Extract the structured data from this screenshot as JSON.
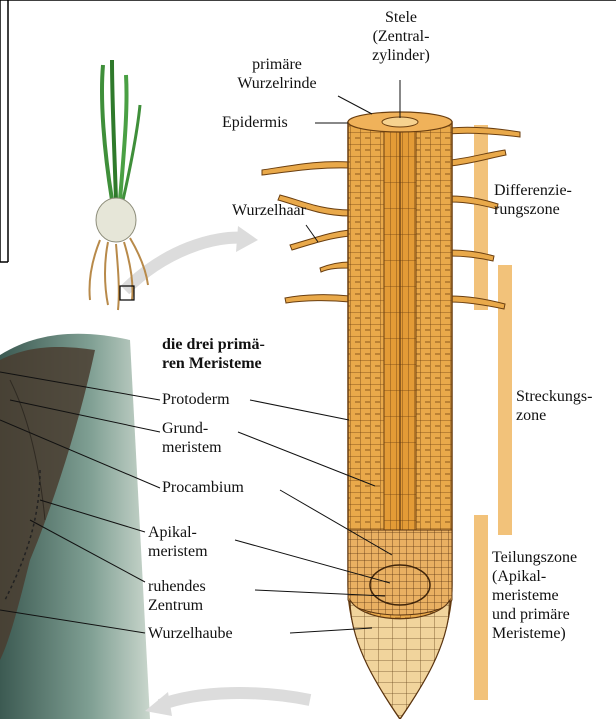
{
  "labels": {
    "stele": "Stele\n(Zentral-\nzylinder)",
    "primary_cortex": "primäre\nWurzelrinde",
    "epidermis": "Epidermis",
    "root_hair": "Wurzelhaar",
    "differentiation_zone": "Differenzie-\nrungszone",
    "meristems_heading": "die drei primä-\nren Meristeme",
    "protoderm": "Protoderm",
    "ground_meristem": "Grund-\nmeristem",
    "procambium": "Procambium",
    "apical_meristem": "Apikal-\nmeristem",
    "quiescent_center": "ruhendes\nZentrum",
    "root_cap": "Wurzelhaube",
    "elongation_zone": "Streckungs-\nzone",
    "division_zone": "Teilungszone\n(Apikal-\nmeristeme\nund primäre\nMeristeme)"
  },
  "colors": {
    "root_fill": "#e9a94a",
    "root_cell_line": "#6b3f10",
    "zone_bar": "#f2c27a",
    "micrograph": "#6f8e86",
    "leaf_green": "#3f8f3a",
    "bulb": "#e6e6d8"
  }
}
